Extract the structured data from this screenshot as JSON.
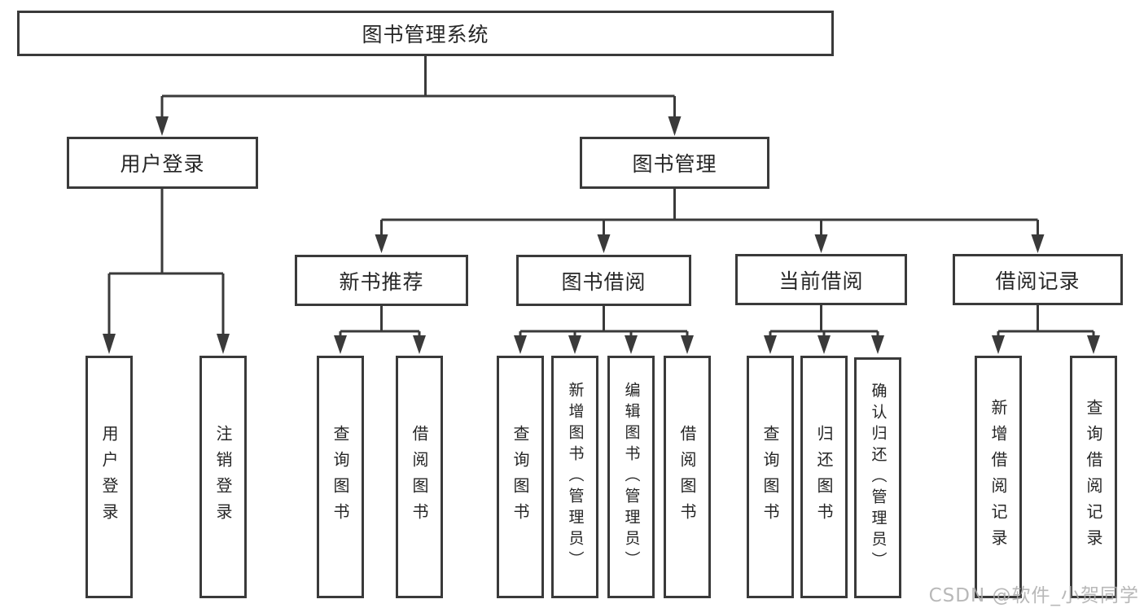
{
  "diagram": {
    "root": {
      "label": "图书管理系统"
    },
    "branches": [
      {
        "label": "用户登录"
      },
      {
        "label": "图书管理"
      }
    ],
    "modules": [
      {
        "label": "新书推荐"
      },
      {
        "label": "图书借阅"
      },
      {
        "label": "当前借阅"
      },
      {
        "label": "借阅记录"
      }
    ],
    "leaves": [
      {
        "label": "用户登录"
      },
      {
        "label": "注销登录"
      },
      {
        "label": "查询图书"
      },
      {
        "label": "借阅图书"
      },
      {
        "label": "查询图书"
      },
      {
        "label": "新增图书（管理员）"
      },
      {
        "label": "编辑图书（管理员）"
      },
      {
        "label": "借阅图书"
      },
      {
        "label": "查询图书"
      },
      {
        "label": "归还图书"
      },
      {
        "label": "确认归还（管理员）"
      },
      {
        "label": "新增借阅记录"
      },
      {
        "label": "查询借阅记录"
      }
    ]
  },
  "watermark": {
    "text": "CSDN @软件_小贺同学"
  },
  "colors": {
    "line": "#3a3a3a",
    "text": "#262626",
    "background": "#ffffff",
    "watermark": "#acacac"
  }
}
